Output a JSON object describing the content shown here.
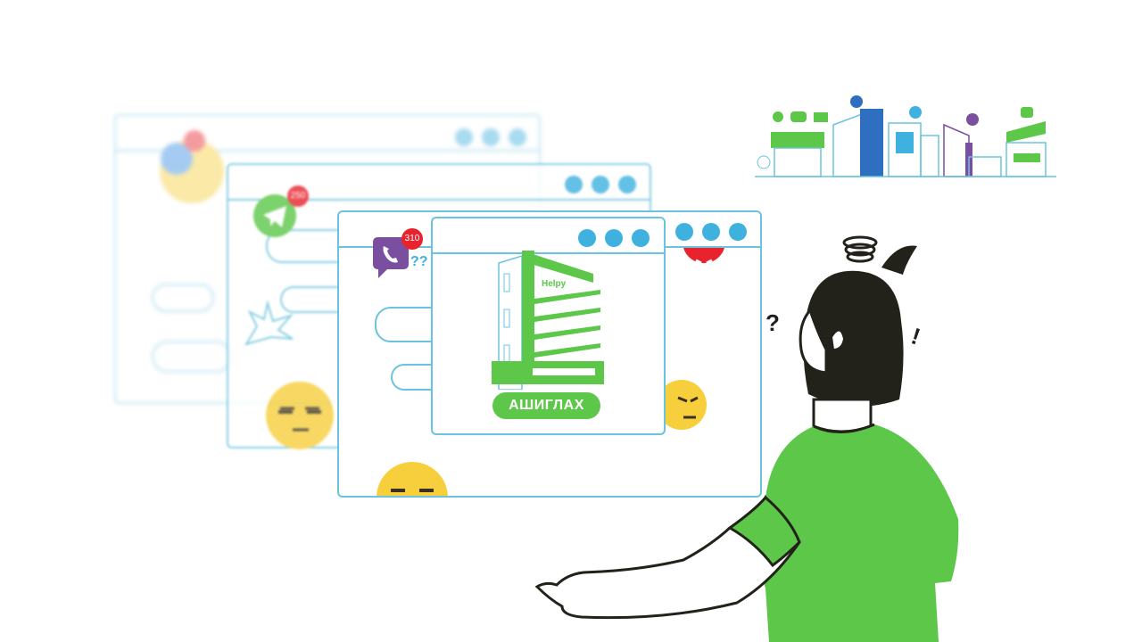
{
  "cta": {
    "label": "АШИГЛАХ"
  },
  "badges": {
    "messenger": "",
    "telegram": "250",
    "viber": "310"
  },
  "signs": {
    "question": "?",
    "exclaim": "!",
    "viber_q": "??"
  },
  "colors": {
    "window_border": "#6cc3dd",
    "window_dot": "#3fb1df",
    "brand_green": "#5cc748",
    "badge_red": "#e8232d",
    "hair": "#22221a",
    "emoji_yellow": "#f7cf3d"
  },
  "icons": [
    "messenger-icon",
    "telegram-icon",
    "viber-icon",
    "facebook-icon",
    "sms-icon",
    "mail-icon",
    "whatsapp-icon",
    "wechat-icon"
  ]
}
